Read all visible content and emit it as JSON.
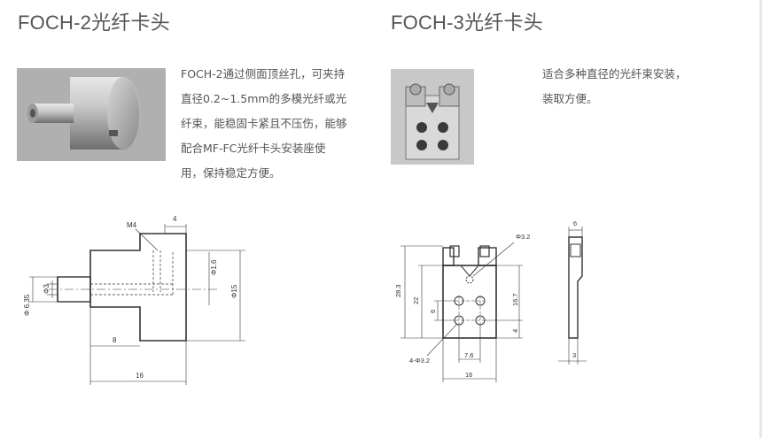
{
  "products": [
    {
      "title": "FOCH-2光纤卡头",
      "description_lines": [
        "FOCH-2通过侧面顶丝孔，可夹持",
        "直径0.2~1.5mm的多模光纤或光",
        "纤束，能稳固卡紧且不压伤，能够",
        "配合MF-FC光纤卡头安装座使",
        "用，保持稳定方便。"
      ],
      "drawing_labels": {
        "thread": "M4",
        "top_width": "4",
        "small_hole": "Φ1.6",
        "body_dia": "Φ15",
        "bore": "Φ3",
        "nose_dia": "Φ 6.35",
        "nose_len": "8",
        "total_len": "16"
      }
    },
    {
      "title": "FOCH-3光纤卡头",
      "description_lines": [
        "适合多种直径的光纤束安装，",
        "装取方便。"
      ],
      "drawing_labels": {
        "hole_top": "Φ3.2",
        "height_total": "28.3",
        "height_inner": "22",
        "height_right": "16.7",
        "hole_pitch_v": "6",
        "bottom_offset": "4",
        "holes_4": "4-Φ3.2",
        "hole_pitch_h": "7.6",
        "width": "16",
        "side_width": "6",
        "side_thick": "3"
      }
    }
  ]
}
